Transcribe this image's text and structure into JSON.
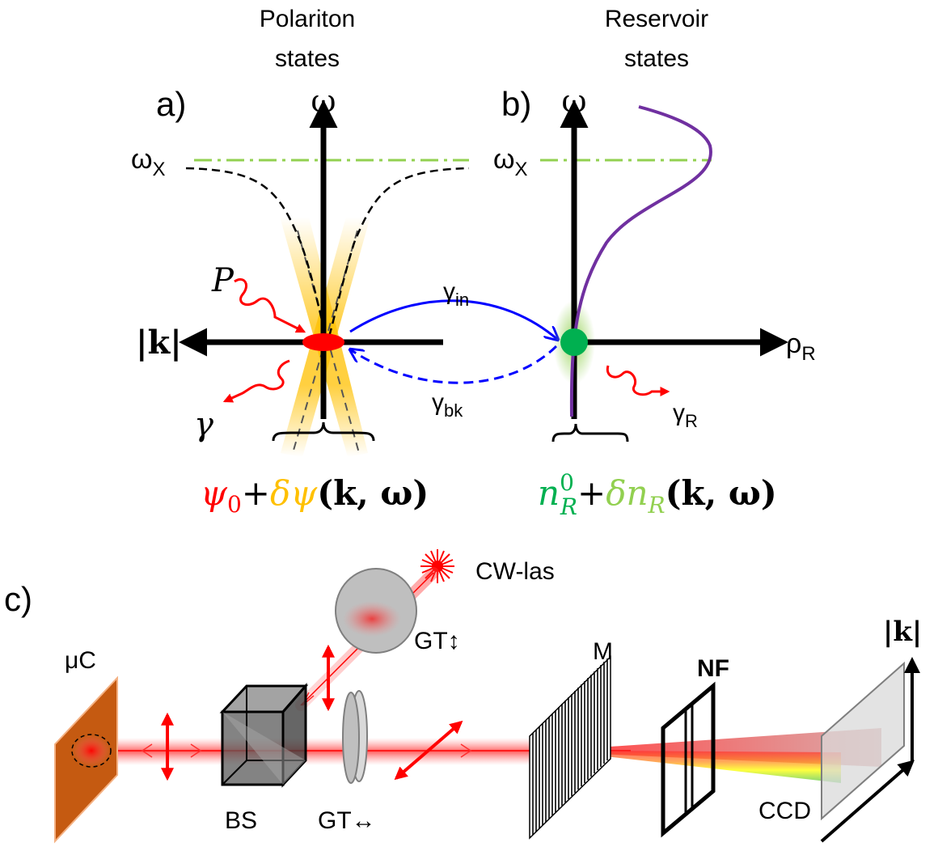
{
  "panel_a": {
    "label": "a)",
    "header_line1": "Polariton",
    "header_line2": "states",
    "omega_axis": "ω",
    "omega_x": "ω",
    "omega_x_sub": "X",
    "k_axis": "|k|",
    "pump": "P",
    "gamma": "γ",
    "gamma_in": "γ",
    "gamma_in_sub": "in",
    "gamma_bk": "γ",
    "gamma_bk_sub": "bk",
    "formula_psi0": "ψ",
    "formula_psi0_sub": "0",
    "formula_plus": "+",
    "formula_dpsi": "δψ",
    "formula_args": "(k, ω)"
  },
  "panel_b": {
    "label": "b)",
    "header_line1": "Reservoir",
    "header_line2": "states",
    "omega_axis": "ω",
    "omega_x": "ω",
    "omega_x_sub": "X",
    "rho_axis": "ρ",
    "rho_sub": "R",
    "gamma_r": "γ",
    "gamma_r_sub": "R",
    "formula_n": "n",
    "formula_n_sup": "0",
    "formula_n_sub": "R",
    "formula_plus": "+",
    "formula_dn": "δn",
    "formula_dn_sub": "R",
    "formula_args": "(k, ω)"
  },
  "panel_c": {
    "label": "c)",
    "laser": "CW-las",
    "gt_vertical": "GT↕",
    "microcavity": "μC",
    "beamsplitter": "BS",
    "gt_horizontal": "GT↔",
    "mirror": "M",
    "notch_filter": "NF",
    "ccd": "CCD",
    "k_axis": "|k|"
  },
  "colors": {
    "condensate": "#ff0000",
    "fluctuation": "#ffc000",
    "reservoir": "#00b050",
    "reservoir_fluct": "#92d050",
    "gamma_in_arrow": "#0000ff",
    "dispersion": "#7030a0",
    "exciton_line": "#92d050",
    "laser": "#ff0000"
  }
}
